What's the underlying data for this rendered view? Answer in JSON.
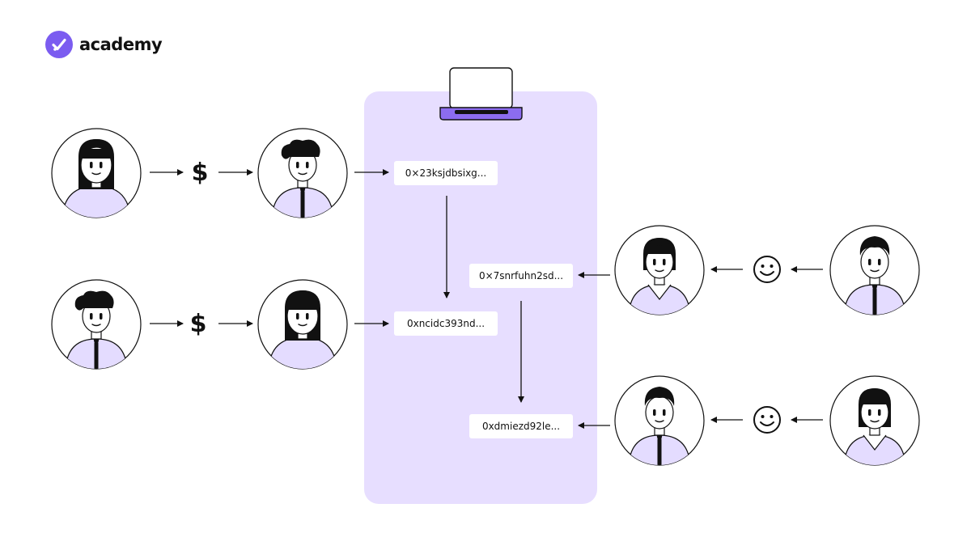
{
  "brand": {
    "name": "academy",
    "icon": "checkmark-circle-icon",
    "accent_color": "#7b5cf0"
  },
  "colors": {
    "panel": "#e7deff",
    "laptop_base": "#8c6cf0",
    "avatar_body": "#e4dcff",
    "ink": "#111111"
  },
  "addresses": [
    {
      "id": "addr-1",
      "label": "0×23ksjdbsixg..."
    },
    {
      "id": "addr-2",
      "label": "0xncidc393nd..."
    },
    {
      "id": "addr-3",
      "label": "0×7snrfuhn2sd..."
    },
    {
      "id": "addr-4",
      "label": "0xdmiezd92le..."
    }
  ],
  "symbols": {
    "payment": "$",
    "satisfied": "smiley-icon"
  },
  "center_device": "laptop-icon"
}
